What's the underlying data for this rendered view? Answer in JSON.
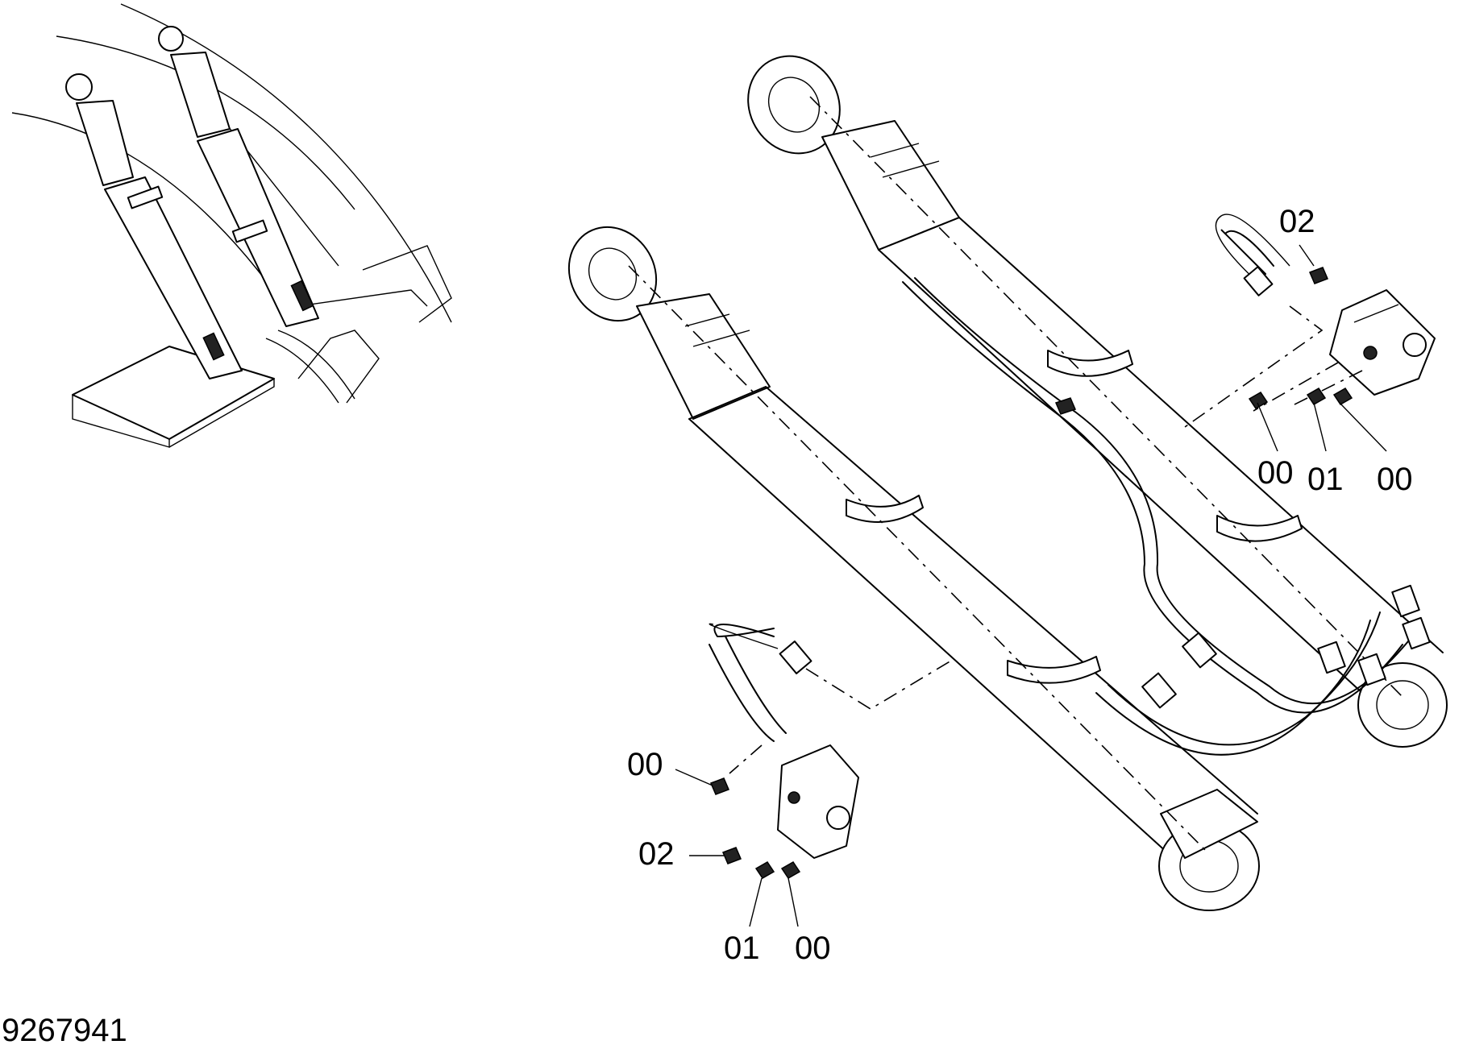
{
  "drawing_number": "9267941",
  "callouts": {
    "upper_valve": {
      "top": "02",
      "bottom_left": "00",
      "bottom_mid": "01",
      "bottom_right": "00"
    },
    "lower_valve": {
      "left_top": "00",
      "left_mid": "02",
      "bottom_left": "01",
      "bottom_right": "00"
    }
  }
}
